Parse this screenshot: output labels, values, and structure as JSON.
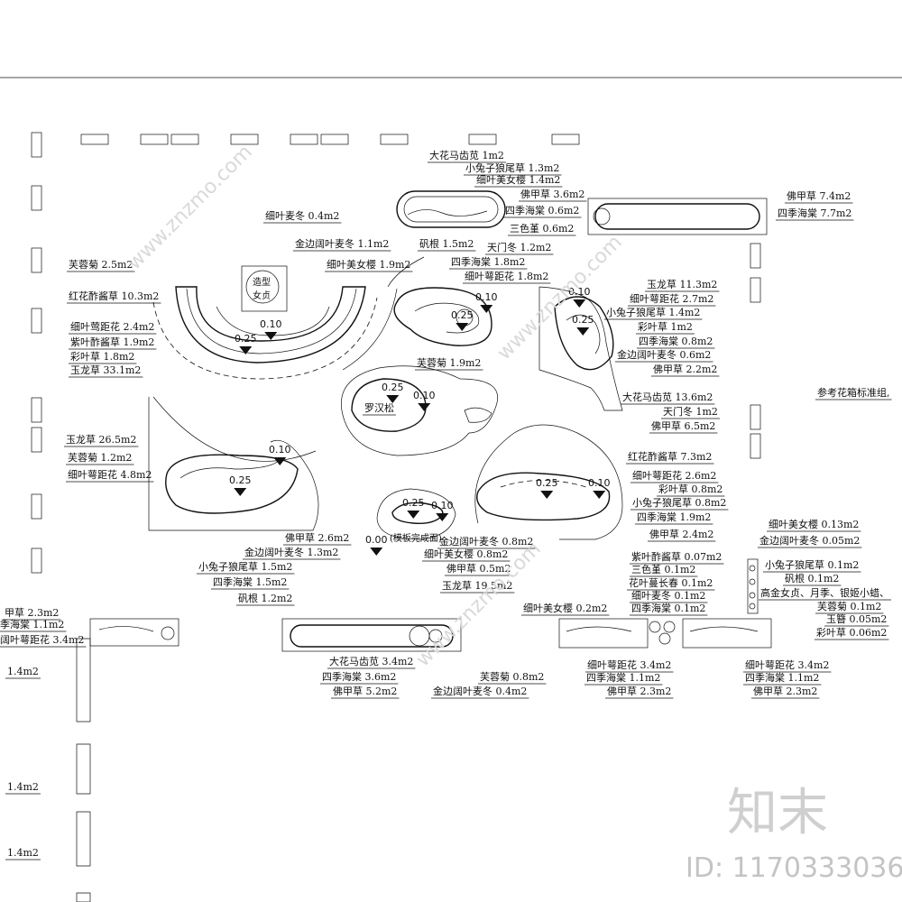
{
  "labels": {
    "top_amaranth": "大花马齿苋 1m2",
    "top_pennisetum": "小兔子狼尾草 1.3m2",
    "top_verbena": "细叶美女樱 1.4m2",
    "top_sedum": "佛甲草 3.6m2",
    "top_begonia": "四季海棠 0.6m2",
    "top_viola": "三色堇 0.6m2",
    "tr_sedum": "佛甲草 7.4m2",
    "tr_begonia": "四季海棠 7.7m2",
    "a_ophio": "细叶麦冬 0.4m2",
    "a_liriope": "金边阔叶麦冬 1.1m2",
    "a_verbena": "细叶美女樱 1.9m2",
    "a_coreopsis": "芙蓉菊 2.5m2",
    "a_alternanthera": "红花酢酱草 10.3m2",
    "a_cleome": "细叶莺距花 2.4m2",
    "a_oxalis": "紫叶酢酱草 1.9m2",
    "a_coleus": "彩叶草 1.8m2",
    "a_ophiopogon": "玉龙草 33.1m2",
    "b_fangen": "矾根 1.5m2",
    "b_liriope_spicata": "天门冬 1.2m2",
    "b_begonia": "四季海棠 1.8m2",
    "b_cleome": "细叶萼距花 1.8m2",
    "b_coreopsis": "芙蓉菊 1.9m2",
    "c_ophiopogon": "玉龙草 11.3m2",
    "c_cleome": "细叶萼距花 2.7m2",
    "c_pennisetum": "小兔子狼尾草 1.4m2",
    "c_coleus": "彩叶草 1m2",
    "c_begonia": "四季海棠 0.8m2",
    "c_liriope": "金边阔叶麦冬 0.6m2",
    "c_sedum": "佛甲草 2.2m2",
    "d_amaranth": "大花马齿苋 13.6m2",
    "d_tianmen": "天门冬 1m2",
    "d_sedum": "佛甲草 6.5m2",
    "ref_note": "参考花箱标准组,",
    "e_ophiopogon": "玉龙草 26.5m2",
    "e_coreopsis": "芙蓉菊 1.2m2",
    "e_cleome": "细叶萼距花 4.8m2",
    "e_sedum": "佛甲草 2.6m2",
    "e_liriope": "金边阔叶麦冬 1.3m2",
    "e_pennisetum": "小兔子狼尾草 1.5m2",
    "e_begonia": "四季海棠 1.5m2",
    "e_fangen": "矾根 1.2m2",
    "f_alternanthera": "红花酢酱草 7.3m2",
    "f_cleome": "细叶萼距花 2.6m2",
    "f_coleus": "彩叶草 0.8m2",
    "f_pennisetum": "小兔子狼尾草 0.8m2",
    "f_begonia": "四季海棠 1.9m2",
    "f_sedum": "佛甲草 2.4m2",
    "g_liriope": "金边阔叶麦冬 0.8m2",
    "g_verbena": "细叶美女樱 0.8m2",
    "g_sedum": "佛甲草 0.5m2",
    "g_ophiopogon": "玉龙草 19.5m2",
    "h_verbena": "细叶美女樱 0.13m2",
    "h_liriope": "金边阔叶麦冬 0.05m2",
    "h_pennisetum": "小兔子狼尾草 0.1m2",
    "h_fangen": "矾根 0.1m2",
    "h_mix": "高金女贞、月季、银姬小蜡、",
    "h_coreopsis": "芙蓉菊 0.1m2",
    "h_hosta": "玉簪 0.05m2",
    "h_coleus": "彩叶草 0.06m2",
    "i_oxalis": "紫叶酢酱草 0.07m2",
    "i_viola": "三色堇 0.1m2",
    "i_catharanthus": "花叶蔓长春 0.1m2",
    "i_ophio": "细叶麦冬 0.1m2",
    "i_begonia": "四季海棠 0.1m2",
    "j_verbena": "细叶美女樱 0.2m2",
    "j_cleome1": "细叶萼距花 3.4m2",
    "j_begonia1": "四季海棠 1.1m2",
    "j_sedum1": "佛甲草 2.3m2",
    "j_cleome2": "细叶萼距花 3.4m2",
    "j_begonia2": "四季海棠 1.1m2",
    "j_sedum2": "佛甲草 2.3m2",
    "k_amaranth": "大花马齿苋 3.4m2",
    "k_begonia": "四季海棠 3.6m2",
    "k_sedum": "佛甲草 5.2m2",
    "k_coreopsis": "芙蓉菊 0.8m2",
    "k_liriope": "金边阔叶麦冬 0.4m2",
    "l_sedum": "甲草 2.3m2",
    "l_begonia": "季海棠 1.1m2",
    "l_cleome": "阔叶萼距花 3.4m2",
    "m_a": "1.4m2",
    "m_b": "1.4m2",
    "m_c": "1.4m2",
    "elev_010_a": "0.10",
    "elev_025_a": "0.25",
    "elev_010_b": "0.10",
    "elev_025_b": "0.25",
    "elev_010_c": "0.10",
    "elev_025_c": "0.25",
    "elev_025_d": "0.25",
    "elev_010_d": "0.10",
    "elev_010_e": "0.10",
    "elev_025_e": "0.25",
    "elev_025_f": "0.25",
    "elev_010_f": "0.10",
    "elev_025_g": "0.25",
    "elev_010_g": "0.10",
    "elev_000": "0.00",
    "elev_000_note": "(模板完成面)",
    "sculpture": "造型",
    "sculpture2": "女贞",
    "pine": "罗汉松"
  },
  "watermark": {
    "site": "www.znzmo.com",
    "logo": "知末",
    "id": "ID: 1170333036"
  },
  "colors": {
    "ink": "#111111",
    "paper": "#ffffff",
    "watermark": "#d0d0d0"
  }
}
